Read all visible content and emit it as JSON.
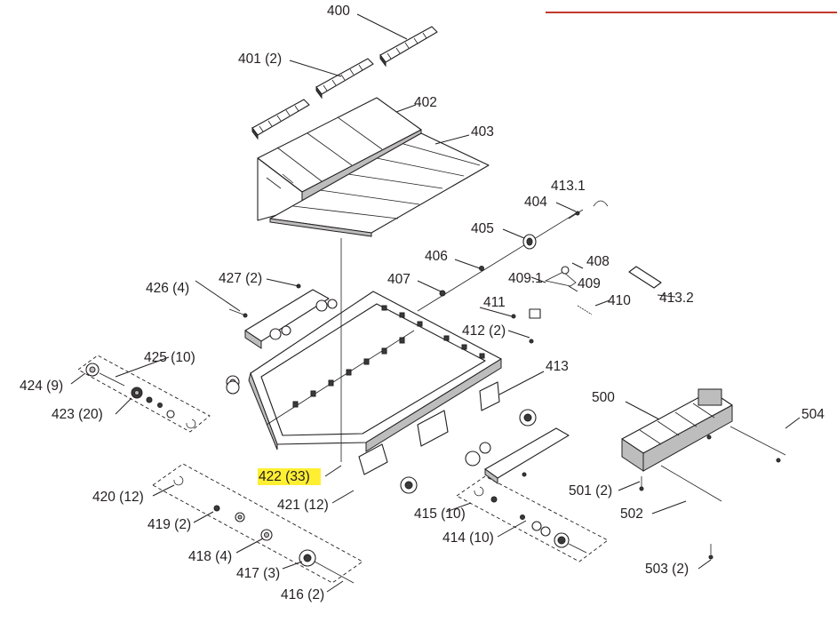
{
  "header_rule_color": "#c0392b",
  "highlight_color": "#ffef33",
  "highlighted_part": "422 (33)",
  "labels": {
    "p400": "400",
    "p401": "401 (2)",
    "p402": "402",
    "p403": "403",
    "p404": "404",
    "p405": "405",
    "p406": "406",
    "p407": "407",
    "p408": "408",
    "p409": "409",
    "p409_1": "409.1",
    "p410": "410",
    "p411": "411",
    "p412": "412 (2)",
    "p413": "413",
    "p413_1": "413.1",
    "p413_2": "413.2",
    "p414": "414 (10)",
    "p415": "415 (10)",
    "p416": "416 (2)",
    "p417": "417 (3)",
    "p418": "418 (4)",
    "p419": "419 (2)",
    "p420": "420 (12)",
    "p421": "421 (12)",
    "p422": "422 (33)",
    "p423": "423 (20)",
    "p424": "424 (9)",
    "p425": "425 (10)",
    "p426": "426 (4)",
    "p427": "427 (2)",
    "p500": "500",
    "p501": "501 (2)",
    "p502": "502",
    "p503": "503 (2)",
    "p504": "504"
  }
}
